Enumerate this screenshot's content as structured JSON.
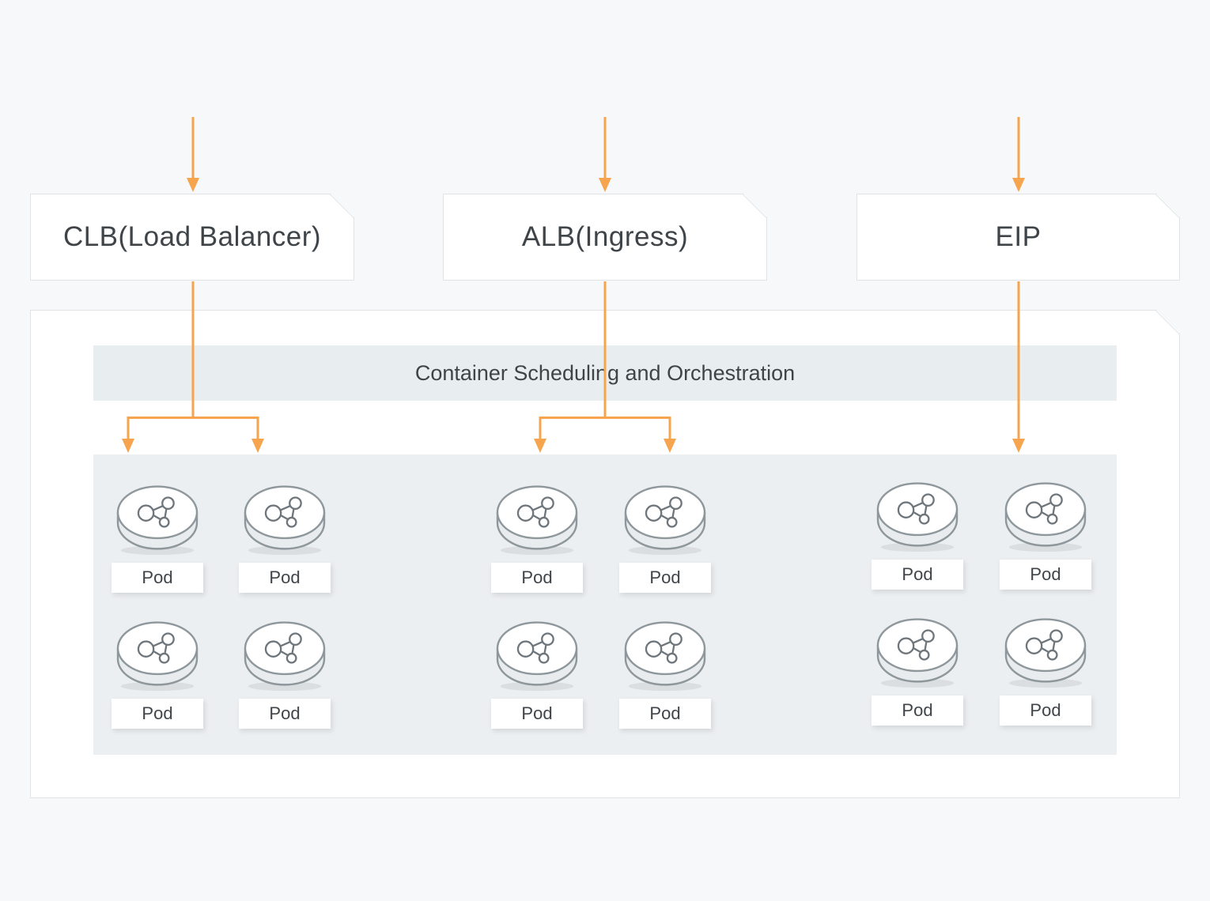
{
  "colors": {
    "background": "#F7F8F9",
    "arrow": "#F6A44D",
    "panel": "#ECEFF1",
    "header_bar": "#E8EDEF",
    "box_border": "#E1E4E7",
    "box_fill": "#FFFFFF",
    "text": "#3F4449",
    "icon_stroke": "#8E979C",
    "molecule_stroke": "#6E767C"
  },
  "top_boxes": [
    {
      "label": "CLB(Load Balancer)"
    },
    {
      "label": "ALB(Ingress)"
    },
    {
      "label": "EIP"
    }
  ],
  "orchestration_header": "Container Scheduling and Orchestration",
  "pod_label": "Pod"
}
